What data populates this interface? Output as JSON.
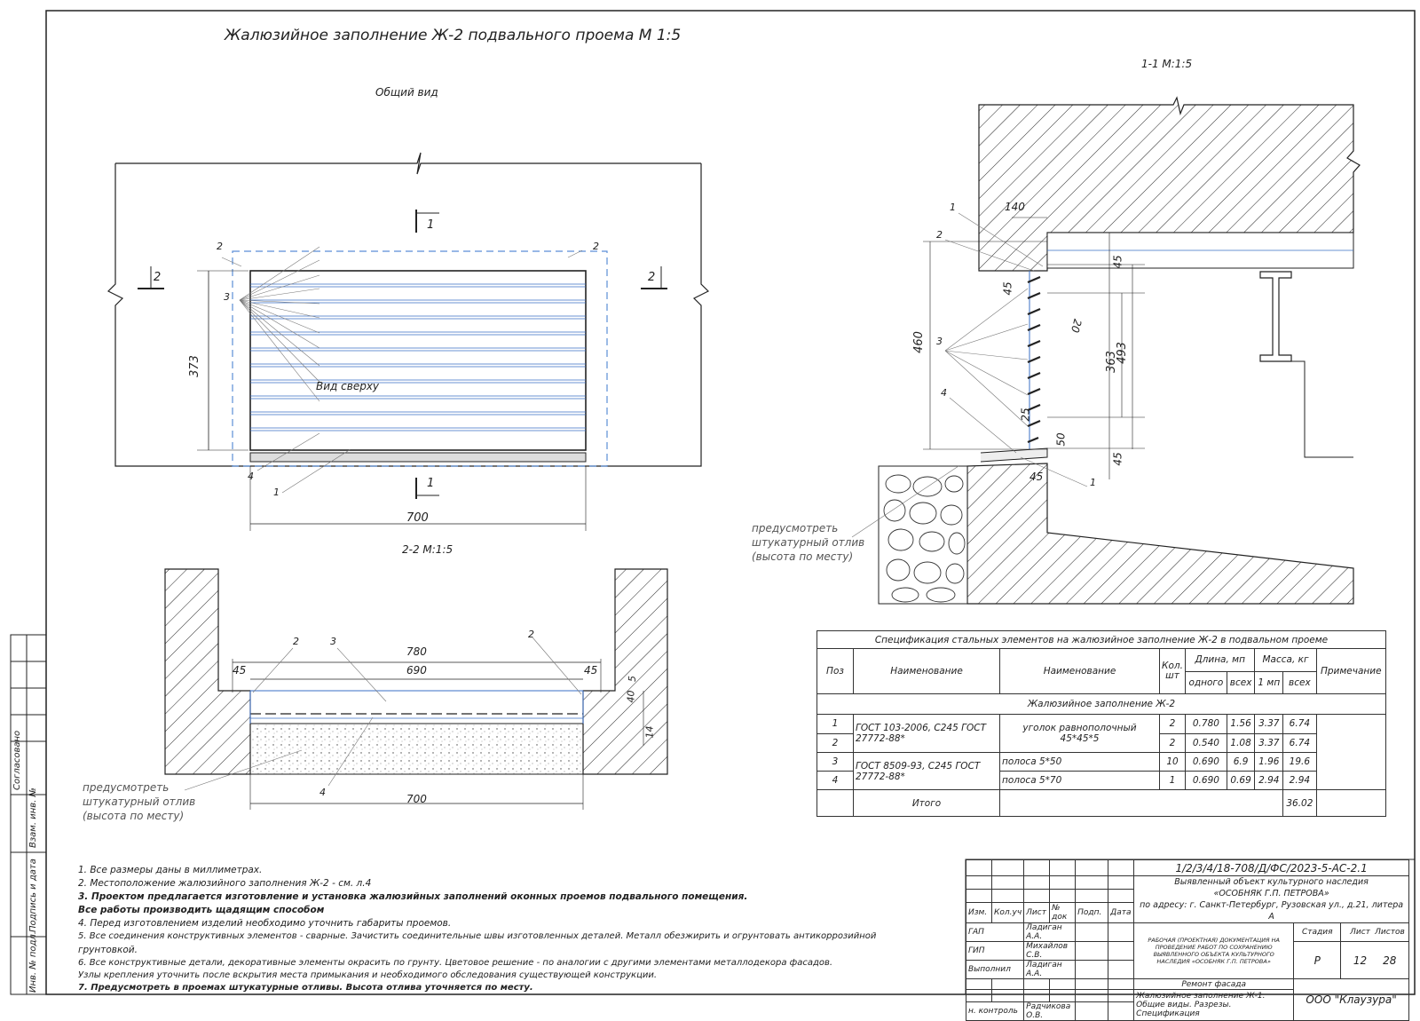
{
  "title": "Жалюзийное заполнение Ж-2 подвального проема    М 1:5",
  "views": {
    "general": "Общий вид",
    "top": "Вид сверху",
    "section11": "1-1 М:1:5",
    "section22": "2-2 М:1:5"
  },
  "marks": {
    "m1": "1",
    "m2": "2",
    "m3": "3",
    "m4": "4"
  },
  "dims": {
    "d373": "373",
    "d700": "700",
    "d780": "780",
    "d690": "690",
    "d45": "45",
    "d460": "460",
    "d493": "493",
    "d363": "363",
    "d140": "140",
    "d50": "50",
    "d25": "25",
    "d20": "20",
    "d40": "40",
    "d5": "5",
    "d14": "14"
  },
  "notes_plaster": [
    "предусмотреть",
    "штукатурный отлив",
    "(высота по месту)"
  ],
  "spec": {
    "caption": "Спецификация стальных элементов на жалюзийное заполнение Ж-2 в подвальном проеме",
    "h_pos": "Поз",
    "h_name1": "Наименование",
    "h_name2": "Наименование",
    "h_qty": "Кол. шт",
    "h_len": "Длина, мп",
    "h_len1": "одного",
    "h_lenall": "всех",
    "h_mass": "Масса, кг",
    "h_mass1": "1 мп",
    "h_massall": "всех",
    "h_note": "Примечание",
    "group": "Жалюзийное заполнение Ж-2",
    "rows": [
      {
        "pos": "1",
        "gost": "ГОСТ 103-2006, С245 ГОСТ 27772-88*",
        "name": "уголок равнополочный 45*45*5",
        "qty": "2",
        "len1": "0.780",
        "lenall": "1.56",
        "m1": "3.37",
        "mall": "6.74"
      },
      {
        "pos": "2",
        "gost": "",
        "name": "",
        "qty": "2",
        "len1": "0.540",
        "lenall": "1.08",
        "m1": "3.37",
        "mall": "6.74"
      },
      {
        "pos": "3",
        "gost": "ГОСТ 8509-93, С245 ГОСТ 27772-88*",
        "name": "полоса 5*50",
        "qty": "10",
        "len1": "0.690",
        "lenall": "6.9",
        "m1": "1.96",
        "mall": "19.6"
      },
      {
        "pos": "4",
        "gost": "",
        "name": "полоса 5*70",
        "qty": "1",
        "len1": "0.690",
        "lenall": "0.69",
        "m1": "2.94",
        "mall": "2.94"
      }
    ],
    "total_label": "Итого",
    "total": "36.02"
  },
  "notes": [
    "1.    Все размеры даны в миллиметрах.",
    "2.    Местоположение жалюзийного заполнения Ж-2 - см. л.4",
    "3.    Проектом предлагается изготовление и установка жалюзийных заполнений оконных проемов подвального помещения.",
    "Все работы производить щадящим способом",
    "4.    Перед изготовлением изделий необходимо уточнить габариты проемов.",
    "5.    Все соединения конструктивных элементов - сварные. Зачистить соединительные швы изготовленных деталей. Металл обезжирить и огрунтовать антикоррозийной",
    "грунтовкой.",
    "6.      Все конструктивные детали, декоративные элементы окрасить по грунту. Цветовое решение - по аналогии с другими элементами металлодекора фасадов.",
    "Узлы крепления    уточнить после вскрытия места примыкания и необходимого обследования существующей конструкции.",
    "7.    Предусмотреть в проемах штукатурные отливы. Высота отлива уточняется по месту."
  ],
  "side": {
    "agreed": "Согласовано",
    "inv": "Взам. инв. №",
    "sign": "Подпись и дата",
    "inv2": "Инв. № подл."
  },
  "stamp": {
    "code": "1/2/3/4/18-708/Д/ФС/2023-5-АС-2.1",
    "obj1": "Выявленный объект культурного наследия",
    "obj2": "«ОСОБНЯК Г.П. ПЕТРОВА»",
    "addr": "по адресу: г. Санкт-Петербург, Рузовская ул., д.21, литера А",
    "h_izm": "Изм.",
    "h_kol": "Кол.уч",
    "h_list": "Лист",
    "h_doc": "№ док",
    "h_sign": "Подп.",
    "h_date": "Дата",
    "gap": "ГАП",
    "gap_name": "Ладиган А.А.",
    "gip": "ГИП",
    "gip_name": "Михайлов С.В.",
    "exec": "Выполнил",
    "exec_name": "Ладиган А.А.",
    "nkontr": "н. контроль",
    "nkontr_name": "Радчикова О.В.",
    "doc_desc": "РАБОЧАЯ (ПРОЕКТНАЯ) ДОКУМЕНТАЦИЯ НА ПРОВЕДЕНИЕ РАБОТ ПО СОХРАНЕНИЮ ВЫЯВЛЕННОГО ОБЪЕКТА КУЛЬТУРНОГО НАСЛЕДИЯ «ОСОБНЯК Г.П. ПЕТРОВА»",
    "repair": "Ремонт фасада",
    "sheet_desc": "Жалюзийное заполнение Ж-1. Общие виды. Разрезы. Спецификация",
    "h_stage": "Стадия",
    "h_sheet": "Лист",
    "h_sheets": "Листов",
    "stage": "Р",
    "sheet": "12",
    "sheets": "28",
    "company": "ООО \"Клаузура\""
  },
  "colors": {
    "line": "#222222",
    "accent": "#3a6fc4",
    "dash": "#5b8ed6"
  }
}
